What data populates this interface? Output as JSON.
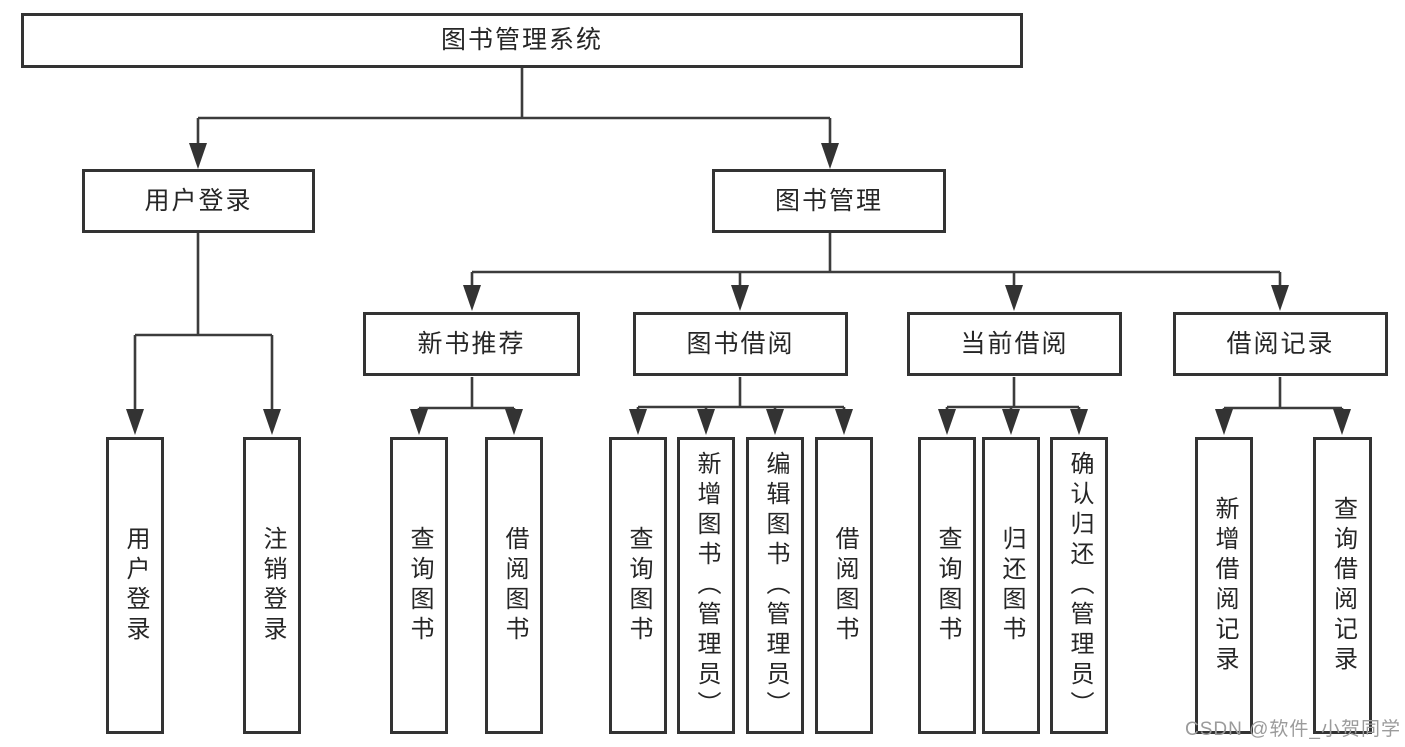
{
  "diagram": {
    "title": "图书管理系统",
    "root": {
      "label": "图书管理系统"
    },
    "branches": [
      {
        "label": "用户登录",
        "children": [
          {
            "label": "用户登录"
          },
          {
            "label": "注销登录"
          }
        ]
      },
      {
        "label": "图书管理",
        "children": [
          {
            "label": "新书推荐",
            "children": [
              {
                "label": "查询图书"
              },
              {
                "label": "借阅图书"
              }
            ]
          },
          {
            "label": "图书借阅",
            "children": [
              {
                "label": "查询图书"
              },
              {
                "label": "新增图书（管理员）"
              },
              {
                "label": "编辑图书（管理员）"
              },
              {
                "label": "借阅图书"
              }
            ]
          },
          {
            "label": "当前借阅",
            "children": [
              {
                "label": "查询图书"
              },
              {
                "label": "归还图书"
              },
              {
                "label": "确认归还（管理员）"
              }
            ]
          },
          {
            "label": "借阅记录",
            "children": [
              {
                "label": "新增借阅记录"
              },
              {
                "label": "查询借阅记录"
              }
            ]
          }
        ]
      }
    ]
  },
  "watermark": {
    "text": "CSDN @软件_小贺同学",
    "color": "#9b9b9b"
  },
  "colors": {
    "background": "#ffffff",
    "box_border": "#333333",
    "connector_line": "#3c3c3c",
    "text": "#262626"
  }
}
